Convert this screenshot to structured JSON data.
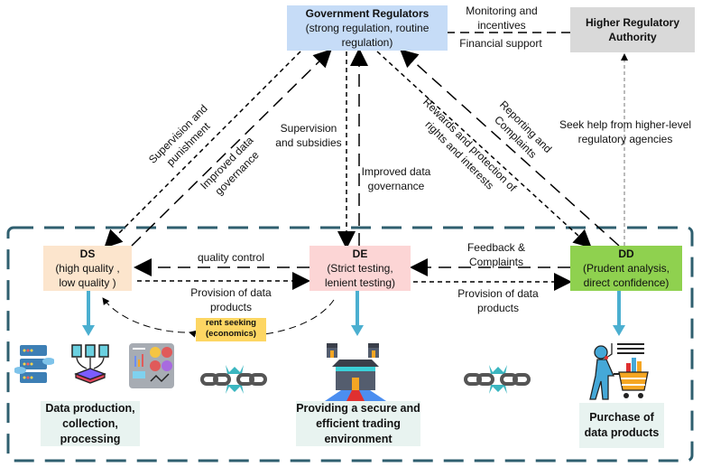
{
  "nodes": {
    "government": {
      "title": "Government Regulators",
      "subtitle": "(strong regulation, routine regulation)",
      "color": "#c6dcf7"
    },
    "higher": {
      "title": "Higher Regulatory Authority",
      "color": "#d9d9d9"
    },
    "ds": {
      "title": "DS",
      "subtitle": "(high quality , low quality )",
      "color": "#fce5cd"
    },
    "de": {
      "title": "DE",
      "subtitle": "(Strict testing, lenient testing)",
      "color": "#fcd5d5"
    },
    "dd": {
      "title": "DD",
      "subtitle": "(Prudent analysis, direct confidence)",
      "color": "#8fd14f"
    }
  },
  "edges": {
    "monitoring": "Monitoring and incentives",
    "financial": "Financial support",
    "seek_help": "Seek help from higher-level regulatory agencies",
    "supervision_punishment": "Supervision and punishment",
    "improved_gov_ds": "Improved data governance",
    "supervision_subsidies": "Supervision and subsidies",
    "improved_gov_de": "Improved data governance",
    "rewards": "Rewards and protection of rights and interests",
    "reporting": "Reporting and Complaints",
    "quality_control": "quality control",
    "provision_ds_de": "Provision of data products",
    "feedback": "Feedback & Complaints",
    "provision_de_dd": "Provision of data products",
    "rent_seeking": "rent seeking (economics)"
  },
  "captions": {
    "ds": "Data production, collection, processing",
    "de": "Providing a secure and efficient trading environment",
    "dd": "Purchase of data products"
  },
  "icons": [
    "server-cloud-icon",
    "data-collection-icon",
    "dashboard-icon",
    "chain-link-icon",
    "marketplace-icon",
    "chain-link-icon",
    "shopper-cart-icon"
  ],
  "colors": {
    "frame": "#2f5f6f",
    "down_arrow": "#4bafd0",
    "caption_bg": "#e8f3f0",
    "rent_bg": "#fdd663"
  }
}
